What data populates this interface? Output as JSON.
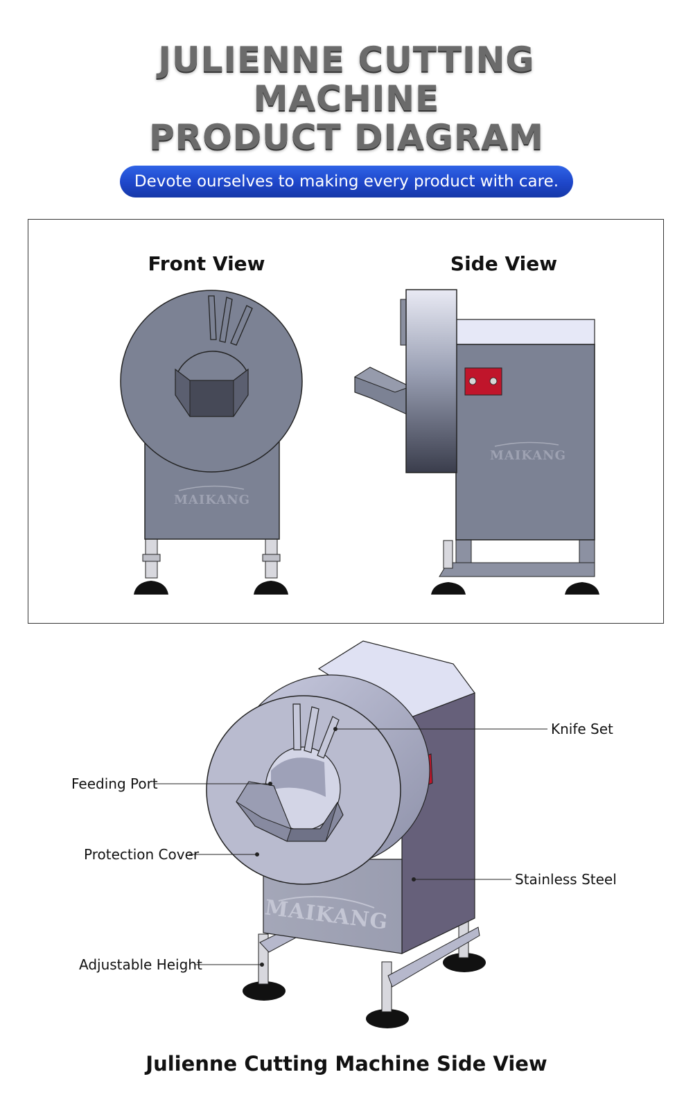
{
  "header": {
    "title_lines": [
      "JULIENNE CUTTING",
      "MACHINE",
      "PRODUCT DIAGRAM"
    ],
    "tagline": "Devote ourselves to making every product with care."
  },
  "views": {
    "front_label": "Front View",
    "side_label": "Side View",
    "brand_mark": "MAIKANG"
  },
  "callouts": {
    "knife_set": "Knife Set",
    "feeding_port": "Feeding Port",
    "protection_cover": "Protection Cover",
    "stainless_steel": "Stainless Steel",
    "adjustable_height": "Adjustable Height"
  },
  "footer": {
    "caption": "Julienne Cutting Machine Side View"
  },
  "colors": {
    "accent_blue": "#1e46c9",
    "machine_gray": "#7c8294",
    "indicator_red": "#c0152b"
  }
}
